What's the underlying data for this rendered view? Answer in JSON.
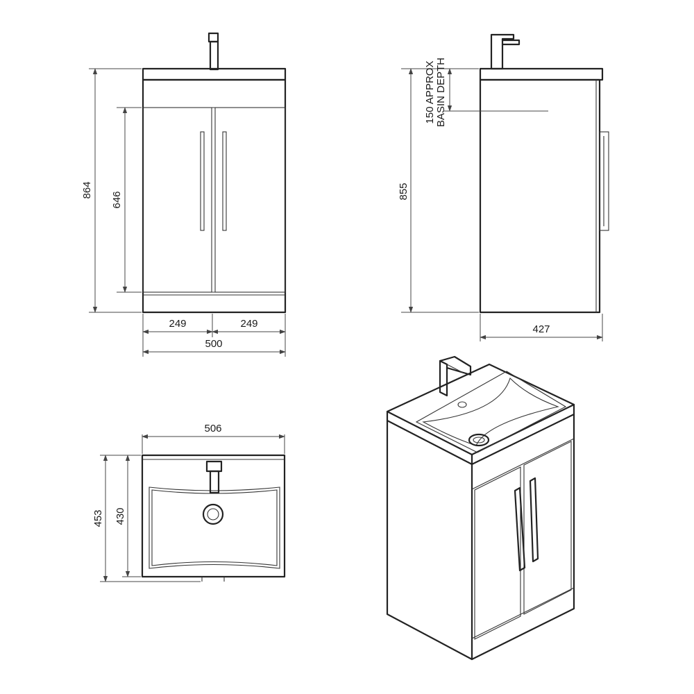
{
  "front_view": {
    "height_total": "864",
    "door_height": "646",
    "door_left_width": "249",
    "door_right_width": "249",
    "width_total": "500"
  },
  "side_view": {
    "height": "855",
    "depth": "427",
    "basin_note_line1": "150 APPROX",
    "basin_note_line2": "BASIN DEPTH"
  },
  "top_view": {
    "width": "506",
    "depth_total": "453",
    "depth_basin": "430"
  }
}
